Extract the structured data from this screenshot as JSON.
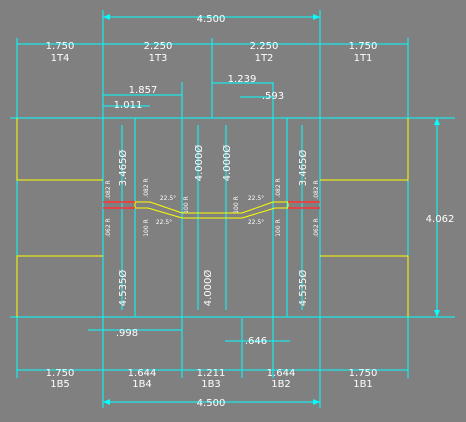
{
  "drawing": {
    "overall_width_top": "4.500",
    "overall_width_bottom": "4.500",
    "overall_height": "4.062",
    "top_segments": [
      {
        "value": "1.750",
        "ref": "1T4"
      },
      {
        "value": "2.250",
        "ref": "1T3"
      },
      {
        "value": "2.250",
        "ref": "1T2"
      },
      {
        "value": "1.750",
        "ref": "1T1"
      }
    ],
    "bottom_segments": [
      {
        "value": "1.750",
        "ref": "1B5"
      },
      {
        "value": "1.644",
        "ref": "1B4"
      },
      {
        "value": "1.211",
        "ref": "1B3"
      },
      {
        "value": "1.644",
        "ref": "1B2"
      },
      {
        "value": "1.750",
        "ref": "1B1"
      }
    ],
    "inner_dims": {
      "d1857": "1.857",
      "d1011": "1.011",
      "d1239": "1.239",
      "d593": ".593",
      "d998": ".998",
      "d646": ".646"
    },
    "vertical_dims": {
      "top_left": "3.465Ø",
      "top_mid_left": "4.000Ø",
      "top_mid_right": "4.000Ø",
      "top_right": "3.465Ø",
      "bot_left": "4.535Ø",
      "bot_mid": "4.000Ø",
      "bot_right": "4.535Ø"
    },
    "radii": {
      "r082": ".082 R",
      "r062": ".062 R",
      "r100": "100 R"
    },
    "angles": {
      "a1": "22.5°",
      "a2": "22.5°",
      "a3": "22.5°",
      "a4": "22.5°"
    }
  }
}
